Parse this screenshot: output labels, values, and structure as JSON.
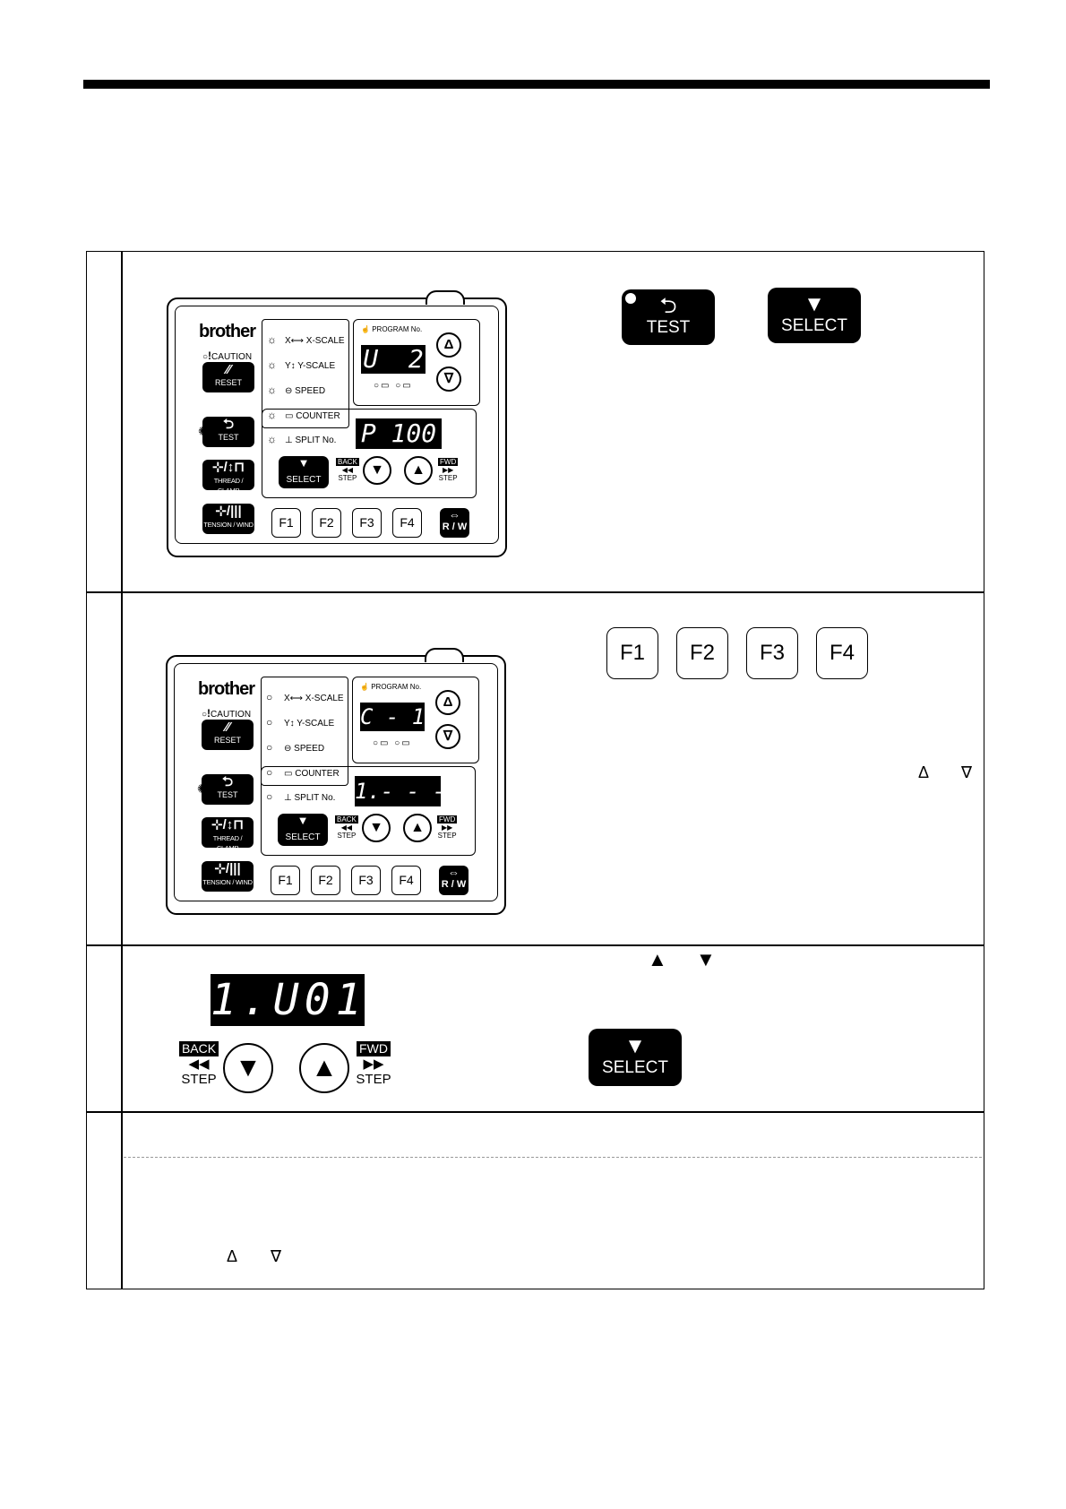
{
  "panel1": {
    "brand": "brother",
    "caution": "CAUTION",
    "reset": "RESET",
    "test": "TEST",
    "thread_clamp": "THREAD / CLAMP",
    "tension_wind": "TENSION / WIND",
    "rows": [
      "X-SCALE",
      "Y-SCALE",
      "SPEED",
      "COUNTER",
      "SPLIT No."
    ],
    "program_label": "PROGRAM No.",
    "program_display": "U  2",
    "lower_display": "P 100",
    "select": "SELECT",
    "back": "BACK",
    "fwd": "FWD",
    "step": "STEP",
    "fkeys": [
      "F1",
      "F2",
      "F3",
      "F4"
    ],
    "rw": "R / W"
  },
  "panel2": {
    "brand": "brother",
    "caution": "CAUTION",
    "reset": "RESET",
    "test": "TEST",
    "thread_clamp": "THREAD / CLAMP",
    "tension_wind": "TENSION / WIND",
    "rows": [
      "X-SCALE",
      "Y-SCALE",
      "SPEED",
      "COUNTER",
      "SPLIT No."
    ],
    "program_label": "PROGRAM No.",
    "program_display": "C - 1",
    "lower_display": "1.- - -",
    "select": "SELECT",
    "back": "BACK",
    "fwd": "FWD",
    "step": "STEP",
    "fkeys": [
      "F1",
      "F2",
      "F3",
      "F4"
    ],
    "rw": "R / W"
  },
  "row1_keys": {
    "test": "TEST",
    "select": "SELECT"
  },
  "row2_keys": {
    "fkeys": [
      "F1",
      "F2",
      "F3",
      "F4"
    ],
    "up": "Δ",
    "down": "∇"
  },
  "row3": {
    "up": "▲",
    "down": "▼",
    "display": "1.U01",
    "back": "BACK",
    "fwd": "FWD",
    "step": "STEP",
    "select": "SELECT"
  },
  "row4": {
    "up": "Δ",
    "down": "∇"
  }
}
